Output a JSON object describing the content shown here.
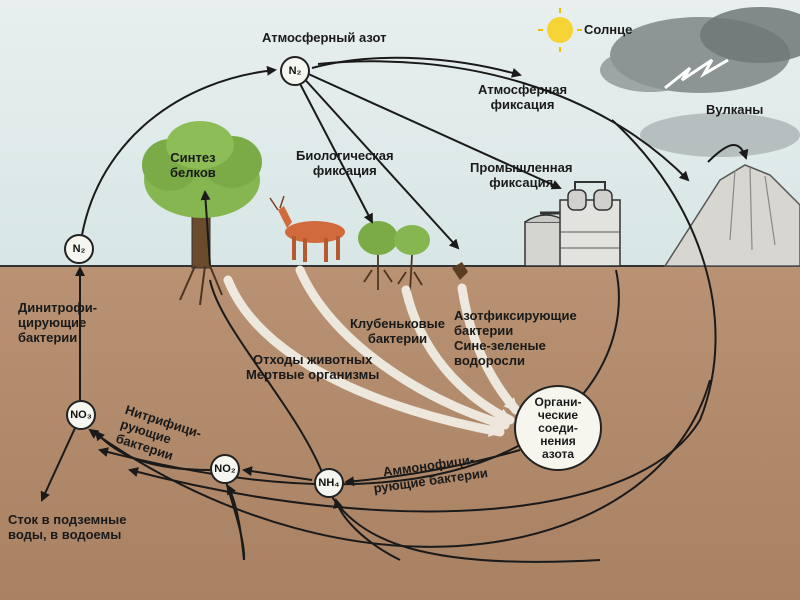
{
  "labels": {
    "sun": "Солнце",
    "atmospheric_nitrogen": "Атмосферный азот",
    "atmospheric_fixation": "Атмосферная\nфиксация",
    "volcanoes": "Вулканы",
    "biological_fixation": "Биологическая\nфиксация",
    "industrial_fixation": "Промышленная\nфиксация",
    "protein_synthesis": "Синтез\nбелков",
    "denitrifying_bacteria": "Динитрофи-\nцирующие\nбактерии",
    "nodule_bacteria": "Клубеньковые\nбактерии",
    "nitrogen_fixing_bacteria": "Азотфиксирующие\nбактерии\nСине-зеленые\nводоросли",
    "animal_waste": "Отходы животных\nМертвые организмы",
    "organic_compounds": "Органи-\nческие\nсоеди-\nнения\nазота",
    "nitrifying_bacteria": "Нитрифици-\nрующие\nбактерии",
    "ammonifying_bacteria": "Аммонофици-\nрующие бактерии",
    "runoff": "Сток в подземные\nводы, в водоемы"
  },
  "nodes": {
    "n2_top": "N₂",
    "n2_left": "N₂",
    "no3": "NO₃",
    "no2": "NO₂",
    "nh4": "NH₄"
  },
  "colors": {
    "sky": "#dfe9e8",
    "soil": "#b08a6a",
    "tree_foliage": "#7fb04a",
    "arrow": "#1a1a1a"
  }
}
